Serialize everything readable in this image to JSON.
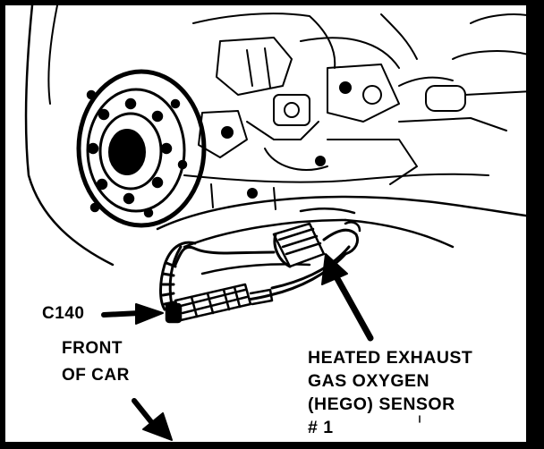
{
  "labels": {
    "connector": "C140",
    "front_line1": "FRONT",
    "front_line2": "OF CAR",
    "sensor_line1": "HEATED EXHAUST",
    "sensor_line2": "GAS OXYGEN",
    "sensor_line3": "(HEGO) SENSOR",
    "sensor_line4": "# 1"
  },
  "colors": {
    "ink": "#000000",
    "paper": "#ffffff"
  }
}
